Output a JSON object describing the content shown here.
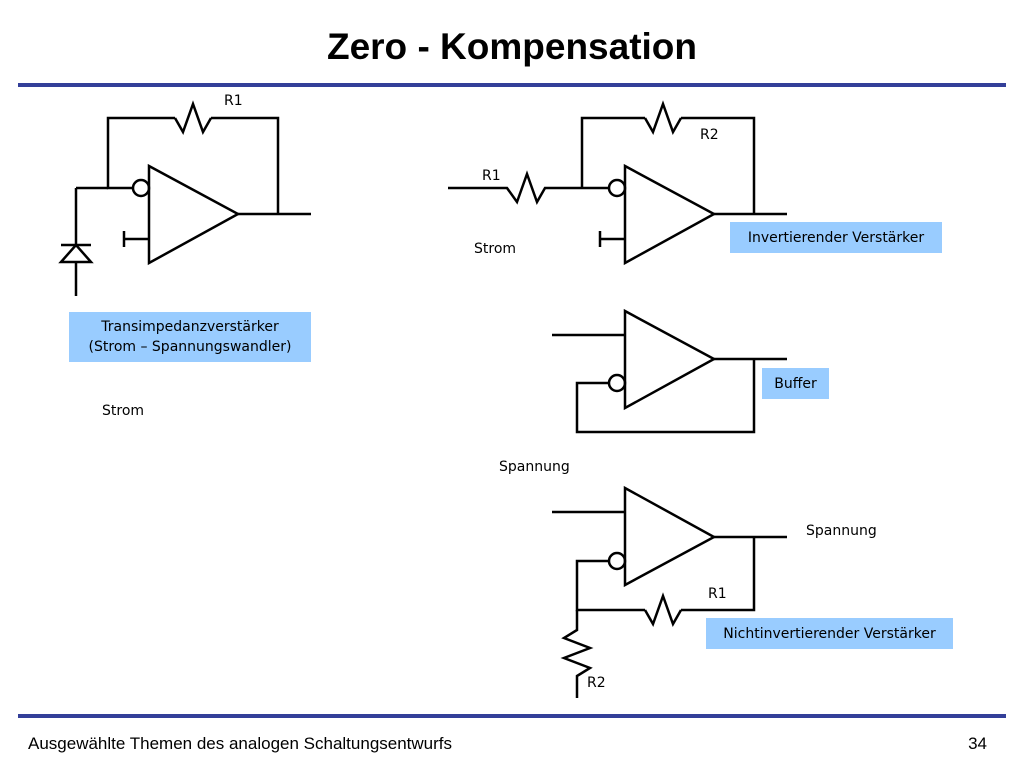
{
  "slide": {
    "title": "Zero - Kompensation",
    "footer_text": "Ausgewählte Themen des analogen Schaltungsentwurfs",
    "page_number": "34",
    "accent_color": "#333f99",
    "box_color": "#99ccff"
  },
  "transimpedance": {
    "r1_label": "R1",
    "caption_line1": "Transimpedanzverstärker",
    "caption_line2": "(Strom – Spannungswandler)",
    "input_label": "Strom"
  },
  "inverting": {
    "r1_label": "R1",
    "r2_label": "R2",
    "input_label": "Strom",
    "caption": "Invertierender Verstärker"
  },
  "buffer": {
    "caption": "Buffer",
    "input_label": "Spannung"
  },
  "noninverting": {
    "output_label": "Spannung",
    "r1_label": "R1",
    "r2_label": "R2",
    "caption": "Nichtinvertierender Verstärker"
  }
}
